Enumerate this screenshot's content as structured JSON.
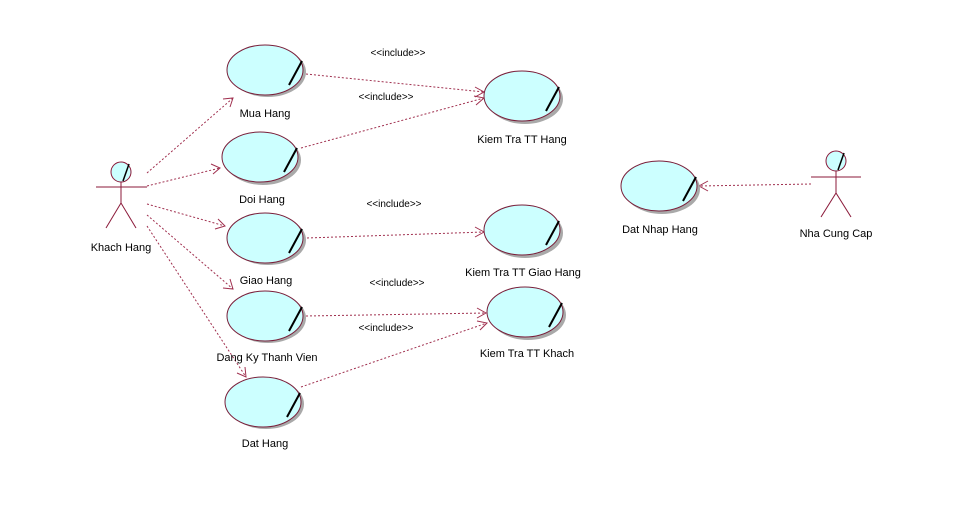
{
  "actors": {
    "customer": "Khach Hang",
    "supplier": "Nha Cung Cap"
  },
  "use_cases": {
    "mua_hang": "Mua Hang",
    "doi_hang": "Doi Hang",
    "giao_hang": "Giao Hang",
    "dang_ky": "Dang Ky Thanh Vien",
    "dat_hang": "Dat Hang",
    "kiem_tra_tt_hang": "Kiem Tra TT Hang",
    "kiem_tra_tt_giao_hang": "Kiem Tra TT Giao Hang",
    "kiem_tra_tt_khach": "Kiem Tra TT Khach",
    "dat_nhap_hang": "Dat Nhap Hang"
  },
  "stereotypes": {
    "include_1": "<<include>>",
    "include_2": "<<include>>",
    "include_3": "<<include>>",
    "include_4": "<<include>>",
    "include_5": "<<include>>"
  },
  "colors": {
    "use_case_fill": "#ccffff",
    "line": "#a0304f"
  }
}
